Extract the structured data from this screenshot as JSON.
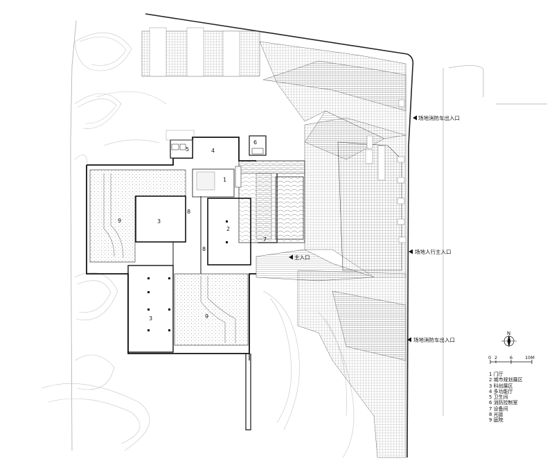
{
  "rooms": {
    "r1": "1",
    "r2": "2",
    "r3a": "3",
    "r3b": "3",
    "r4": "4",
    "r5": "5",
    "r6": "6",
    "r7": "7",
    "r8a": "8",
    "r8b": "8",
    "r9a": "9",
    "r9b": "9"
  },
  "entrances": {
    "fire_top": "场地消防车出入口",
    "pedestrian": "场地人行主入口",
    "main": "主入口",
    "fire_bottom": "场地消防车出入口"
  },
  "compass": {
    "north_label": "N"
  },
  "scale": {
    "ticks": [
      "0",
      "2",
      "6",
      "10M"
    ]
  },
  "legend": [
    "1 门厅",
    "2 城市规划展区",
    "3 科创展区",
    "4 多功能厅",
    "5 卫生间",
    "6 消防控制室",
    "7 设备间",
    "8 光庭",
    "9 庭院"
  ]
}
